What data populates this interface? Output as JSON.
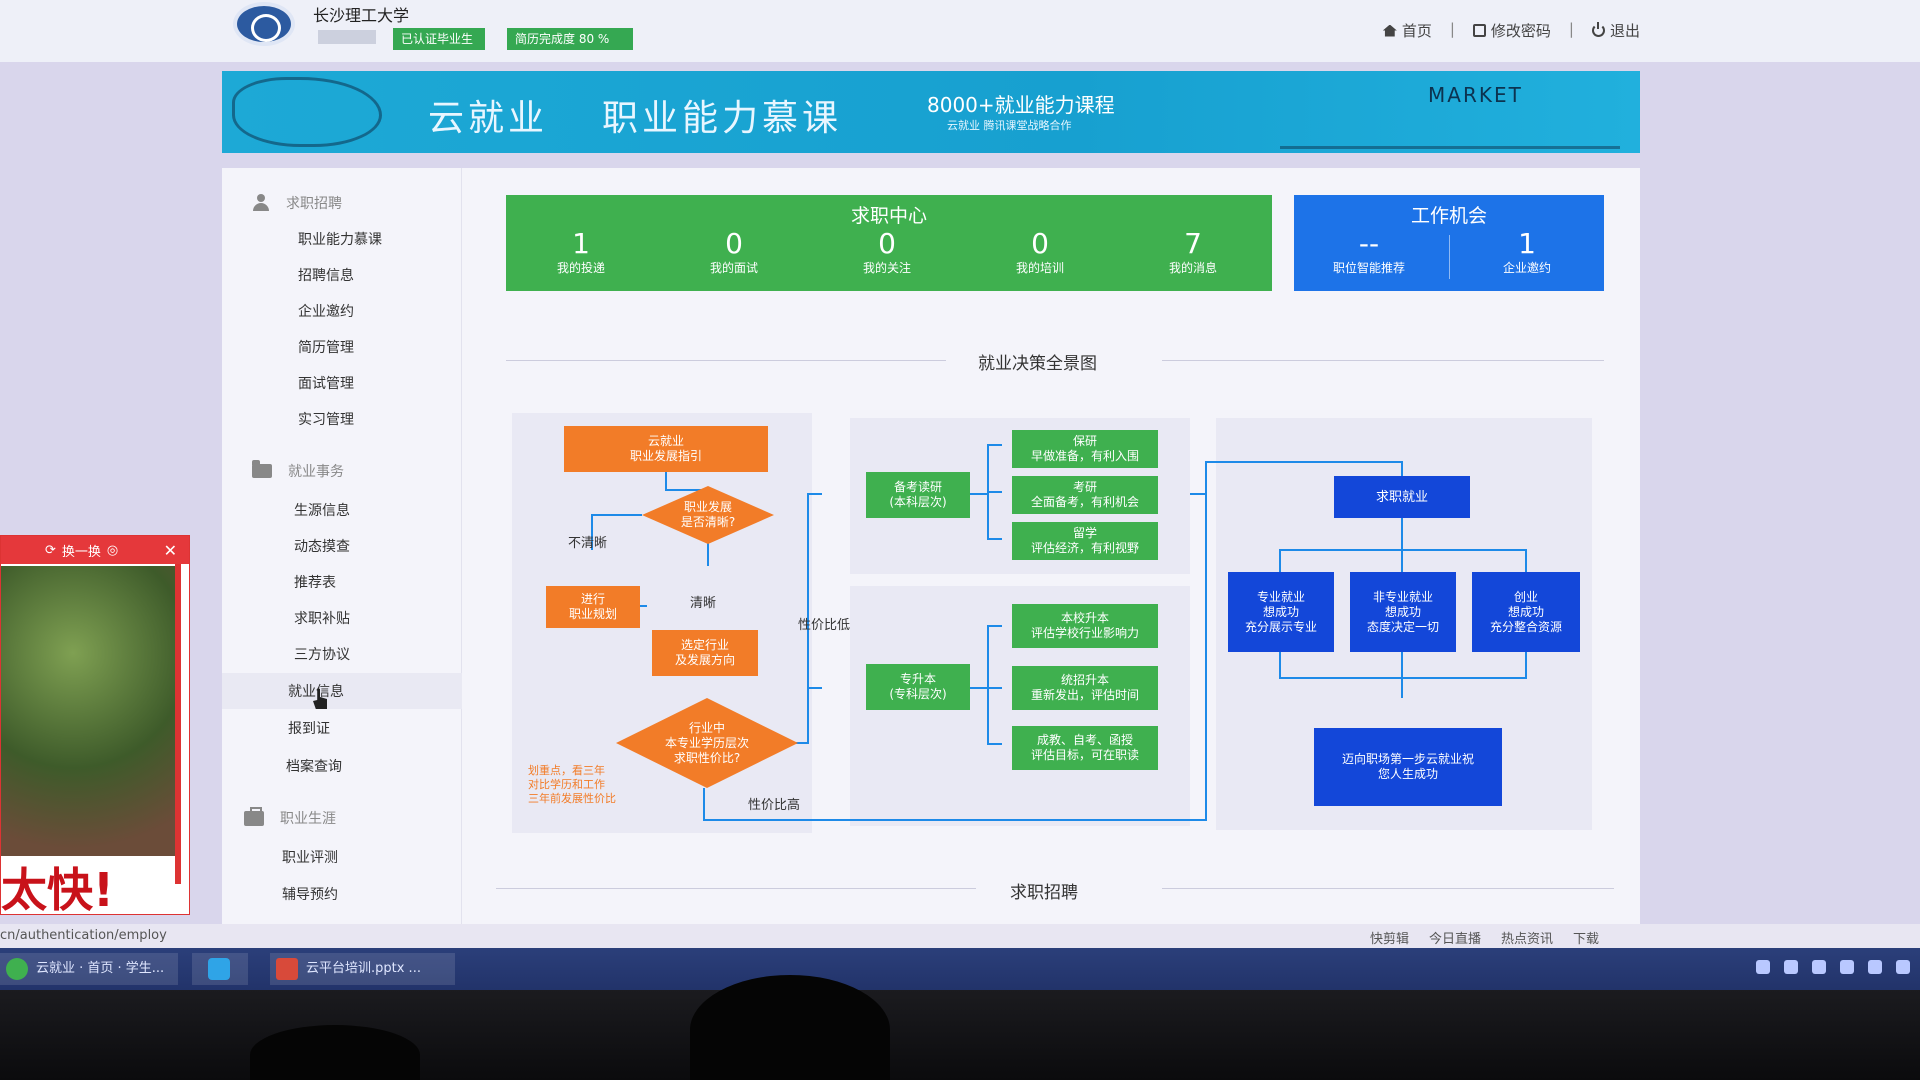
{
  "header": {
    "school_name": "长沙理工大学",
    "badge_graduate": "已认证毕业生",
    "badge_resume": "简历完成度 80 %",
    "links": {
      "home": "首页",
      "change_password": "修改密码",
      "logout": "退出",
      "separator": "|"
    }
  },
  "banner": {
    "brand": "云就业",
    "title": "职业能力慕课",
    "courses": "8000+就业能力课程",
    "partner": "云就业 腾讯课堂战略合作",
    "market": "MARKET"
  },
  "sidebar": {
    "sections": [
      {
        "title": "求职招聘",
        "icon": "user-icon",
        "items": [
          "职业能力慕课",
          "招聘信息",
          "企业邀约",
          "简历管理",
          "面试管理",
          "实习管理"
        ]
      },
      {
        "title": "就业事务",
        "icon": "folder-icon",
        "items": [
          "生源信息",
          "动态摸查",
          "推荐表",
          "求职补贴",
          "三方协议",
          "就业信息",
          "报到证",
          "档案查询"
        ]
      },
      {
        "title": "职业生涯",
        "icon": "briefcase-icon",
        "items": [
          "职业评测",
          "辅导预约"
        ]
      }
    ],
    "active_item": "就业信息"
  },
  "job_center": {
    "title": "求职中心",
    "stats": [
      {
        "value": "1",
        "label": "我的投递"
      },
      {
        "value": "0",
        "label": "我的面试"
      },
      {
        "value": "0",
        "label": "我的关注"
      },
      {
        "value": "0",
        "label": "我的培训"
      },
      {
        "value": "7",
        "label": "我的消息"
      }
    ]
  },
  "opportunities": {
    "title": "工作机会",
    "stats": [
      {
        "value": "--",
        "label": "职位智能推荐"
      },
      {
        "value": "1",
        "label": "企业邀约"
      }
    ]
  },
  "decision_map": {
    "title": "就业决策全景图",
    "start": "云就业\n职业发展指引",
    "q_clear": "职业发展\n是否清晰?",
    "unclear": "不清晰",
    "clear": "清晰",
    "plan": "进行\n职业规划",
    "choose": "选定行业\n及发展方向",
    "q_value": "行业中\n本专业学历层次\n求职性价比?",
    "note": "划重点，看三年\n对比学历和工作\n三年前发展性价比",
    "low": "性价比低",
    "high": "性价比高",
    "exam": "备考读研\n(本科层次)",
    "upgrade": "专升本\n(专科层次)",
    "exam_options": [
      {
        "title": "保研",
        "desc": "早做准备，有利入围"
      },
      {
        "title": "考研",
        "desc": "全面备考，有利机会"
      },
      {
        "title": "留学",
        "desc": "评估经济，有利视野"
      }
    ],
    "upgrade_options": [
      {
        "title": "本校升本",
        "desc": "评估学校行业影响力"
      },
      {
        "title": "统招升本",
        "desc": "重新发出，评估时间"
      },
      {
        "title": "成教、自考、函授",
        "desc": "评估目标，可在职读"
      }
    ],
    "job_seek": "求职就业",
    "outcomes": [
      "专业就业\n想成功\n充分展示专业",
      "非专业就业\n想成功\n态度决定一切",
      "创业\n想成功\n充分整合资源"
    ],
    "final": "迈向职场第一步云就业祝\n您人生成功"
  },
  "next_section": "求职招聘",
  "float_window": {
    "refresh": "换一换",
    "headline": "太快!"
  },
  "status": {
    "url": "cn/authentication/employ",
    "tools": [
      "快剪辑",
      "今日直播",
      "热点资讯",
      "下载"
    ]
  },
  "taskbar": {
    "items": [
      "云就业 · 首页 · 学生...",
      "云平台培训.pptx ..."
    ]
  },
  "colors": {
    "green": "#3fb04f",
    "blue": "#1d73e8",
    "orange": "#f27c28",
    "deep_blue": "#1347d9",
    "banner": "#1da9d6"
  }
}
